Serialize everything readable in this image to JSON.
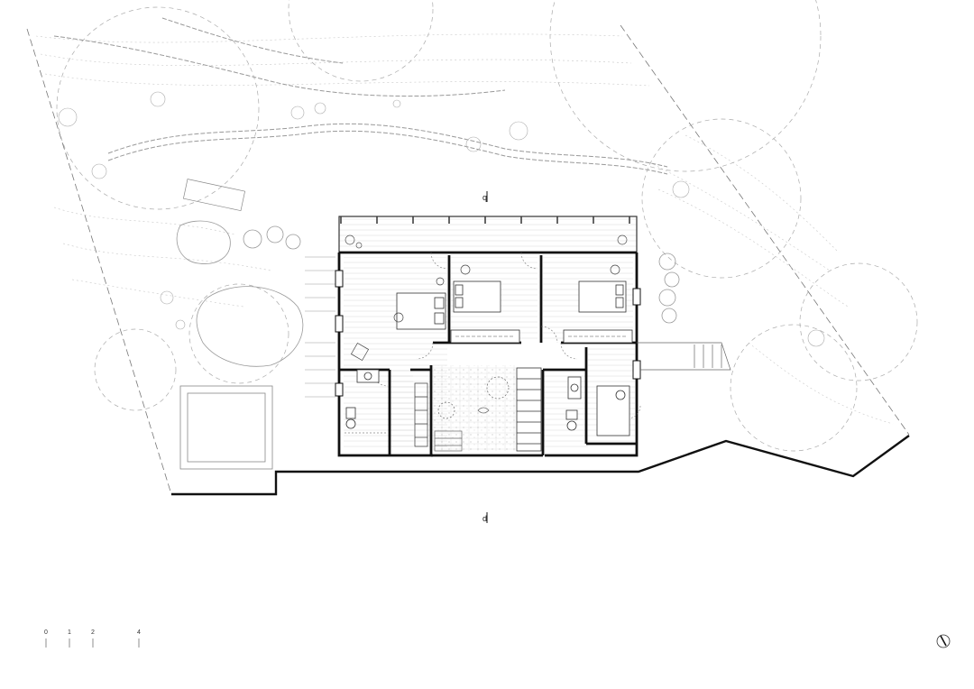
{
  "drawing": {
    "type": "architectural floor plan",
    "section_marks": [
      "q",
      "d"
    ],
    "scale_bar": {
      "ticks": [
        "0",
        "1",
        "2",
        "4"
      ]
    },
    "north_arrow": "north-arrow-icon"
  }
}
